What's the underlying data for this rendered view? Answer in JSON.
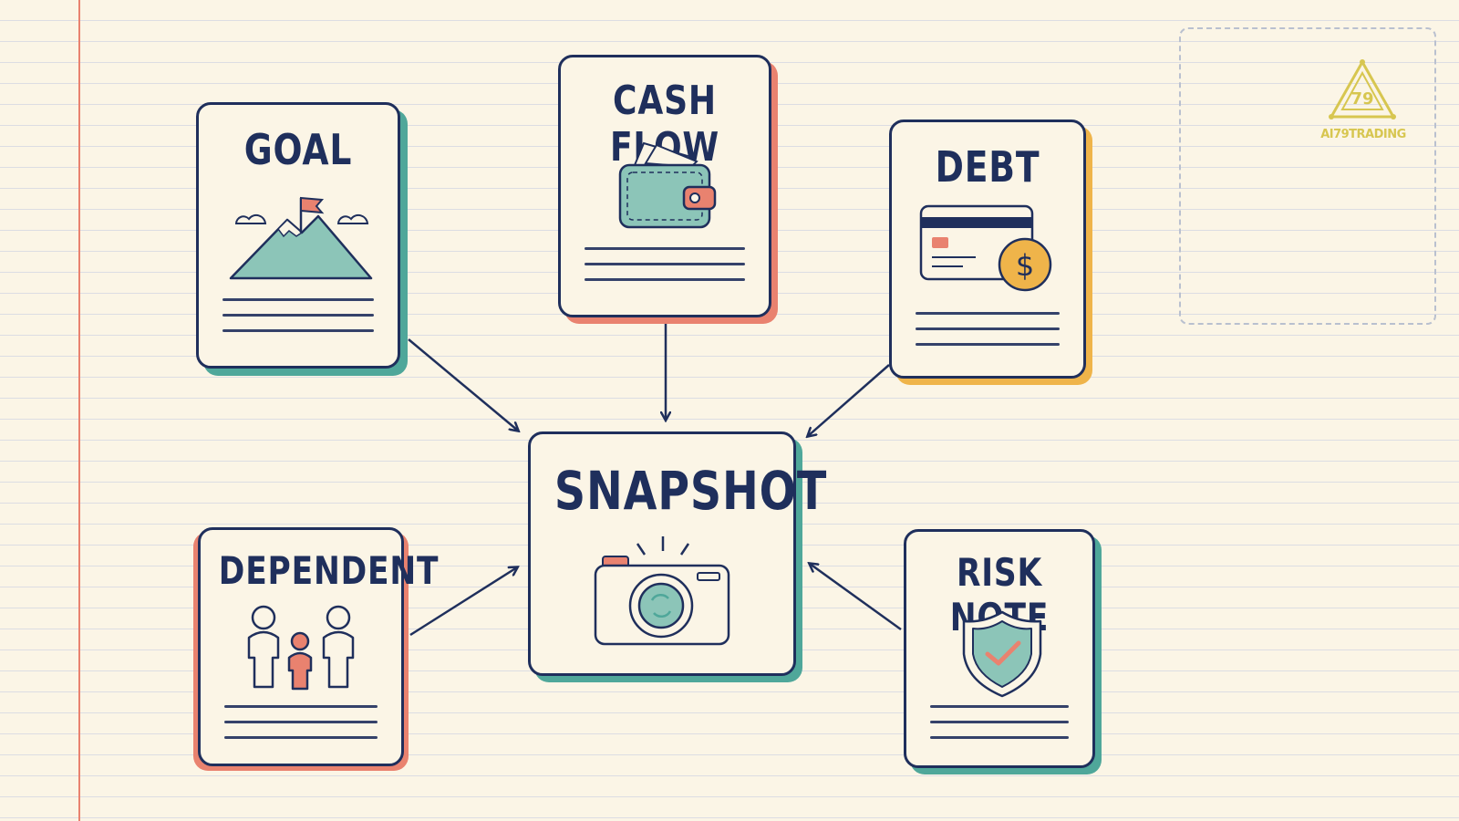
{
  "diagram": {
    "center": {
      "label": "SNAPSHOT",
      "icon": "camera-icon"
    },
    "nodes": [
      {
        "id": "goal",
        "label": "GOAL",
        "icon": "mountain-flag-icon",
        "accent": "#4fa79a"
      },
      {
        "id": "cash-flow",
        "label": "CASH FLOW",
        "icon": "wallet-icon",
        "accent": "#e9826f"
      },
      {
        "id": "debt",
        "label": "DEBT",
        "icon": "credit-card-icon",
        "accent": "#efb44a"
      },
      {
        "id": "dependent",
        "label": "DEPENDENT",
        "icon": "family-icon",
        "accent": "#e9826f"
      },
      {
        "id": "risk-note",
        "label": "RISK NOTE",
        "icon": "shield-check-icon",
        "accent": "#4fa79a"
      }
    ],
    "edges": [
      {
        "from": "goal",
        "to": "snapshot"
      },
      {
        "from": "cash-flow",
        "to": "snapshot"
      },
      {
        "from": "debt",
        "to": "snapshot"
      },
      {
        "from": "dependent",
        "to": "snapshot"
      },
      {
        "from": "risk-note",
        "to": "snapshot"
      }
    ]
  },
  "watermark": {
    "text": "AI79TRADING",
    "logo_number": "79"
  },
  "colors": {
    "ink": "#1f2f5c",
    "teal": "#4fa79a",
    "coral": "#e9826f",
    "amber": "#efb44a",
    "paper": "#fbf5e6"
  }
}
